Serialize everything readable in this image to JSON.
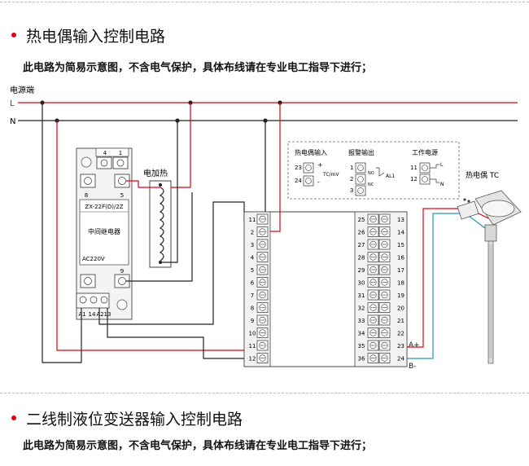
{
  "section1": {
    "title": "热电偶输入控制电路",
    "note": "此电路为简易示意图，不含电气保护，具体布线请在专业电工指导下进行；"
  },
  "section2": {
    "title": "二线制液位变送器输入控制电路",
    "note": "此电路为简易示意图，不含电气保护，具体布线请在专业电工指导下进行；"
  },
  "diagram": {
    "power_label": "电源端",
    "line_L": "L",
    "line_N": "N",
    "heater_label": "电加热",
    "relay": {
      "model": "ZX-22F(D)/2Z",
      "name": "中间继电器",
      "voltage": "AC220V",
      "pin_4": "4",
      "pin_1": "1",
      "pin_8": "8",
      "pin_5": "5",
      "pin_9": "9",
      "pin_A1": "A1",
      "pin_14": "14",
      "pin_A2": "A2",
      "pin_13": "13"
    },
    "legend": {
      "tc_input": "热电偶输入",
      "tc_unit": "TC/mV",
      "alarm_output": "报警输出",
      "alarm_tag": "AL1",
      "no": "NO",
      "nc": "NC",
      "power": "工作电源",
      "pin_23": "23",
      "pin_24": "24",
      "pin_1": "1",
      "pin_2": "2",
      "pin_3": "3",
      "pin_11": "11",
      "pin_12": "12",
      "L": "L",
      "N": "N",
      "plus": "+",
      "minus": "-"
    },
    "thermocouple_label": "热电偶 TC",
    "wire_a": "A+",
    "wire_b": "B-",
    "terminals_left": [
      "11",
      "2",
      "3",
      "4",
      "5",
      "6",
      "7",
      "8",
      "9",
      "10",
      "11",
      "12"
    ],
    "terminals_mid": [
      "25",
      "26",
      "27",
      "28",
      "29",
      "30",
      "31",
      "32",
      "33",
      "34",
      "35",
      "36"
    ],
    "terminals_right": [
      "13",
      "14",
      "15",
      "16",
      "17",
      "18",
      "19",
      "20",
      "21",
      "22",
      "23",
      "24"
    ],
    "colors": {
      "live": "#e60012",
      "neutral": "#222222",
      "signal_b": "#2196c8",
      "accent": "#e60012"
    }
  }
}
